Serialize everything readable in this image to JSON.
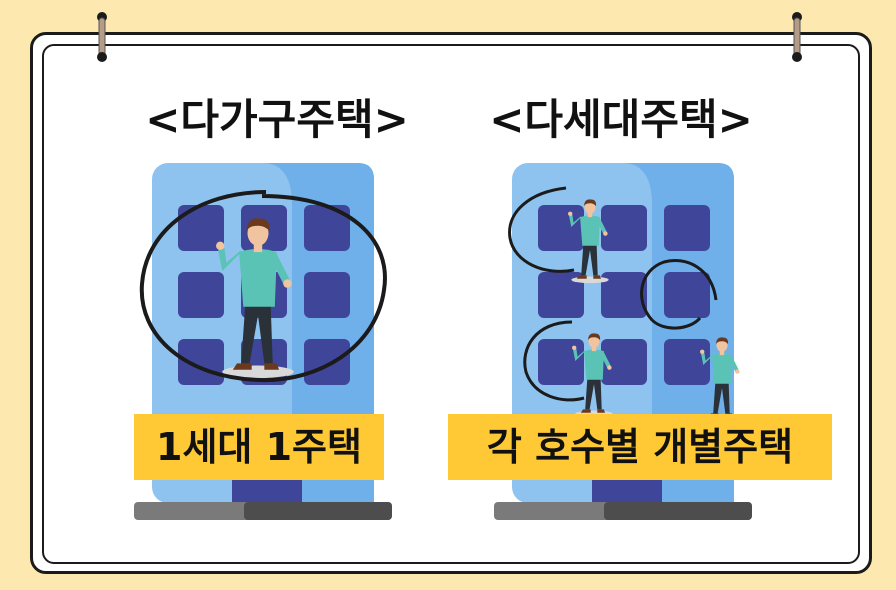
{
  "titles": {
    "left": "<다가구주택>",
    "right": "<다세대주택>"
  },
  "captions": {
    "left": "1세대 1주택",
    "right": "각 호수별 개별주택"
  },
  "colors": {
    "background": "#fde8b0",
    "building_light": "#8fc3ef",
    "building_dark": "#6fb0ea",
    "window": "#3f4699",
    "caption_bg": "#ffc935",
    "ground": "#5a5a5a"
  },
  "icons": [
    "binder-hook-icon",
    "building-icon",
    "person-icon",
    "circle-highlight-icon"
  ]
}
